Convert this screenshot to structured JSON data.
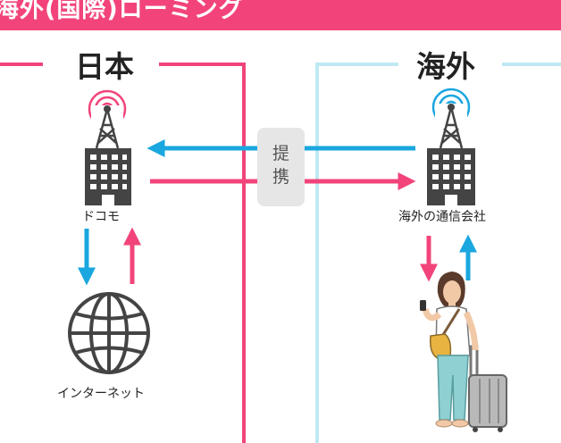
{
  "header": {
    "title": "海外(国際)ローミング"
  },
  "left_panel": {
    "title": "日本",
    "carrier_label": "ドコモ",
    "network_label": "インターネット"
  },
  "right_panel": {
    "title": "海外",
    "carrier_label": "海外の通信会社"
  },
  "partnership": {
    "chars": [
      "提",
      "携"
    ]
  },
  "colors": {
    "pink": "#f2447a",
    "blue": "#1aa7e0",
    "light_blue": "#bfe9f3",
    "dark": "#444444"
  },
  "icons": {
    "jp_tower": "antenna-tower-icon",
    "jp_building": "office-building-icon",
    "globe": "globe-icon",
    "overseas_tower": "antenna-tower-icon",
    "overseas_building": "office-building-icon",
    "traveler": "traveler-with-suitcase-icon"
  }
}
